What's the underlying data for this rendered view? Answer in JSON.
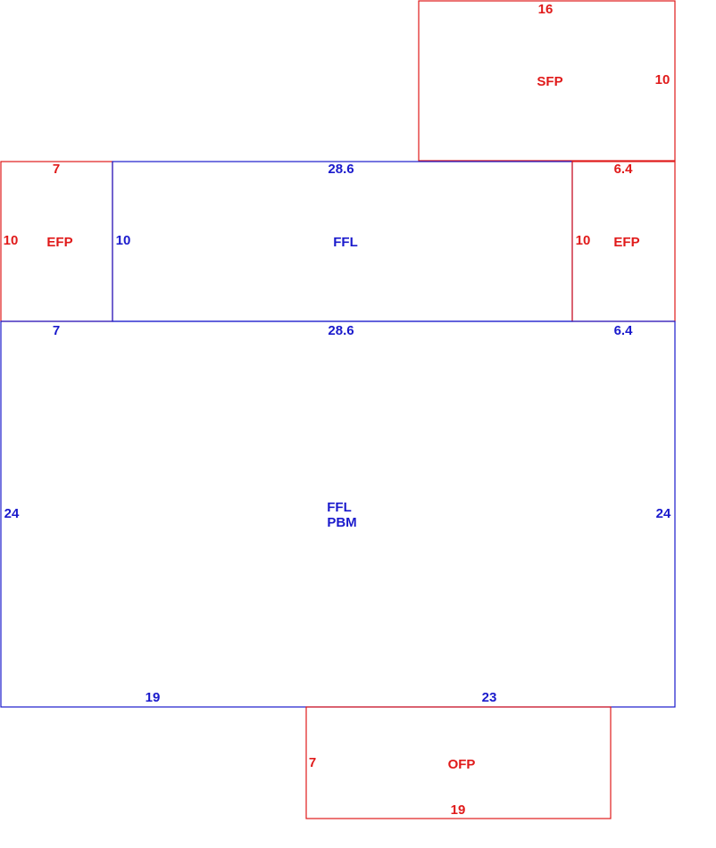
{
  "colors": {
    "outline_red": "#e01a1a",
    "outline_blue": "#1a1acc"
  },
  "areas": {
    "sfp_top": {
      "label": "SFP",
      "dims": {
        "top": "16",
        "right": "10"
      },
      "color": "red"
    },
    "efp_left": {
      "label": "EFP",
      "dims": {
        "top": "7",
        "left": "10"
      },
      "color": "red"
    },
    "ffl_upper": {
      "label": "FFL",
      "dims": {
        "top": "28.6",
        "left": "10"
      },
      "color": "blue"
    },
    "efp_right": {
      "label": "EFP",
      "dims": {
        "top": "6.4",
        "left": "10"
      },
      "color": "red"
    },
    "ffl_pbm_main": {
      "label_line1": "FFL",
      "label_line2": "PBM",
      "dims": {
        "top_left": "7",
        "top_center": "28.6",
        "top_right": "6.4",
        "left": "24",
        "right": "24",
        "bottom_left": "19",
        "bottom_right": "23"
      },
      "color": "blue"
    },
    "ofp_bottom": {
      "label": "OFP",
      "dims": {
        "left": "7",
        "bottom": "19"
      },
      "color": "red"
    }
  }
}
